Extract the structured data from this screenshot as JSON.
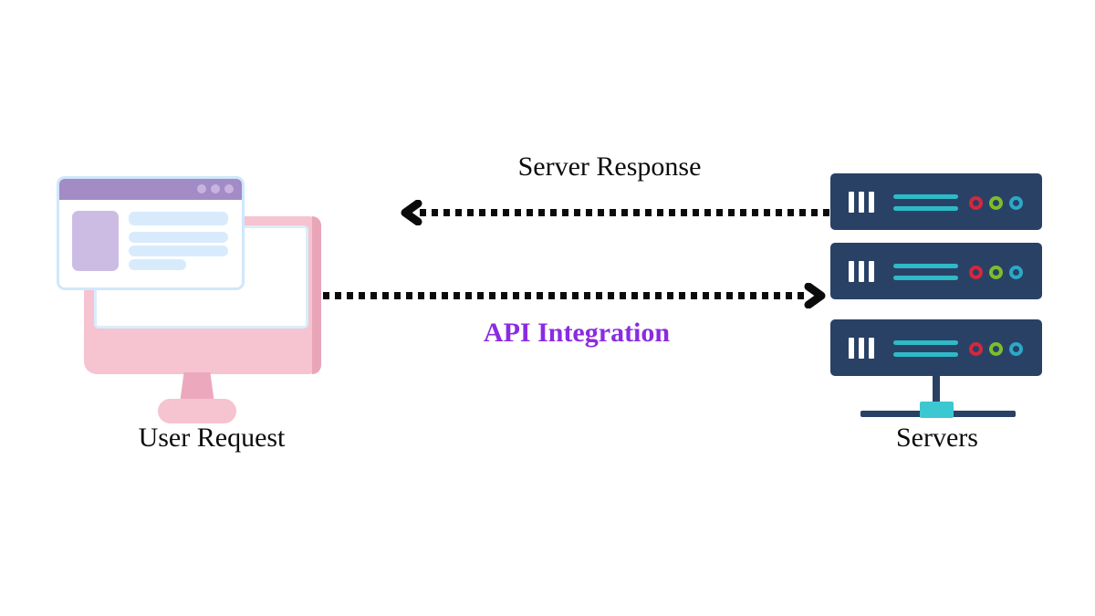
{
  "diagram": {
    "labels": {
      "server_response": "Server Response",
      "api_integration": "API Integration",
      "user_request": "User Request",
      "servers": "Servers"
    },
    "servers": {
      "count": 3,
      "led_colors": [
        "red",
        "green",
        "cyan"
      ]
    },
    "icons": {
      "left_figure": "computer-monitor-with-browser-window",
      "right_figure": "server-rack-stack",
      "top_arrow": "dotted-arrow-pointing-left",
      "bottom_arrow": "dotted-arrow-pointing-right"
    },
    "colors": {
      "text": "#0c0c0c",
      "arrow": "#0b0b0b",
      "api_label": "#8a2be2",
      "server_body": "#2a4166",
      "server_line": "#2fbac8",
      "led_red": "#d4283c",
      "led_green": "#7cbe2b",
      "led_cyan": "#2ba9c7",
      "hub": "#3bc8d1",
      "monitor_pink": "#f6c3d0",
      "monitor_edge": "#e9a6b8",
      "stand_pink": "#eca9be",
      "screen_trim": "#d9edfc",
      "window_trim": "#cfe7fb",
      "browser_header": "#a38bc6",
      "header_dot": "#c6b4de",
      "browser_accent": "#ccbce4",
      "content_line": "#d8ebfc"
    }
  }
}
